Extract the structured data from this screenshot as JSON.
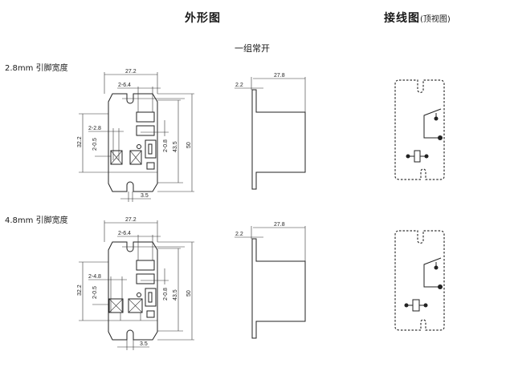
{
  "headers": {
    "outline": "外形图",
    "wiring": "接线图",
    "wiring_note": "(顶视图)"
  },
  "subtitle": "一组常开",
  "variants": [
    {
      "label": "2.8mm 引脚宽度",
      "front": {
        "width": "27.2",
        "slot": "2-6.4",
        "pin_width": "2-2.8",
        "pin_thick": "2-0.5",
        "inner_h": "32.2",
        "coil_pin": "2-0.8",
        "mount_h": "43.5",
        "total_h": "50",
        "slot_w": "3.5"
      },
      "side": {
        "depth": "27.8",
        "flange": "2.2"
      }
    },
    {
      "label": "4.8mm 引脚宽度",
      "front": {
        "width": "27.2",
        "slot": "2-6.4",
        "pin_width": "2-4.8",
        "pin_thick": "2-0.5",
        "inner_h": "32.2",
        "coil_pin": "2-0.8",
        "mount_h": "43.5",
        "total_h": "50",
        "slot_w": "3.5"
      },
      "side": {
        "depth": "27.8",
        "flange": "2.2"
      }
    }
  ]
}
